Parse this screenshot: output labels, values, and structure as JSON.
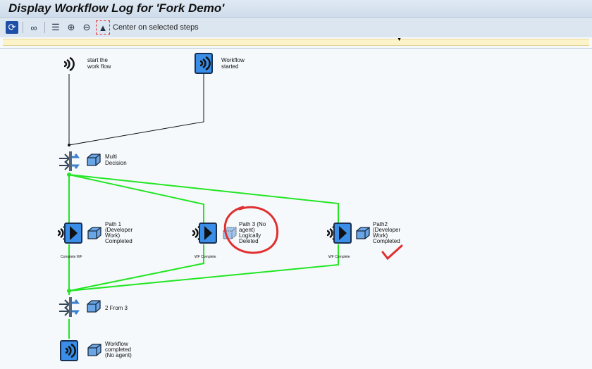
{
  "title": "Display Workflow Log for 'Fork Demo'",
  "toolbar": {
    "center_label": "Center on selected steps"
  },
  "nodes": {
    "start": [
      "start the",
      "work flow"
    ],
    "started": [
      "Workflow",
      "started"
    ],
    "multi": [
      "Multi",
      "Decision"
    ],
    "path1": [
      "Path 1",
      "(Developer",
      "Work)",
      "Completed"
    ],
    "path3": [
      "Path 3 (No",
      "agent)",
      "Logically",
      "Deleted"
    ],
    "path2": [
      "Path2",
      "(Developer",
      "Work)",
      "Completed"
    ],
    "join": [
      "2 From 3"
    ],
    "end": [
      "Workflow",
      "completed",
      "(No agent)"
    ]
  },
  "step_labels": {
    "path1": "Complete WF",
    "path3": "WF Complete",
    "path2": "WF Complete"
  },
  "colors": {
    "flow": "#22e622",
    "annotation": "#e03030",
    "icon_blue": "#3a8ee8"
  }
}
